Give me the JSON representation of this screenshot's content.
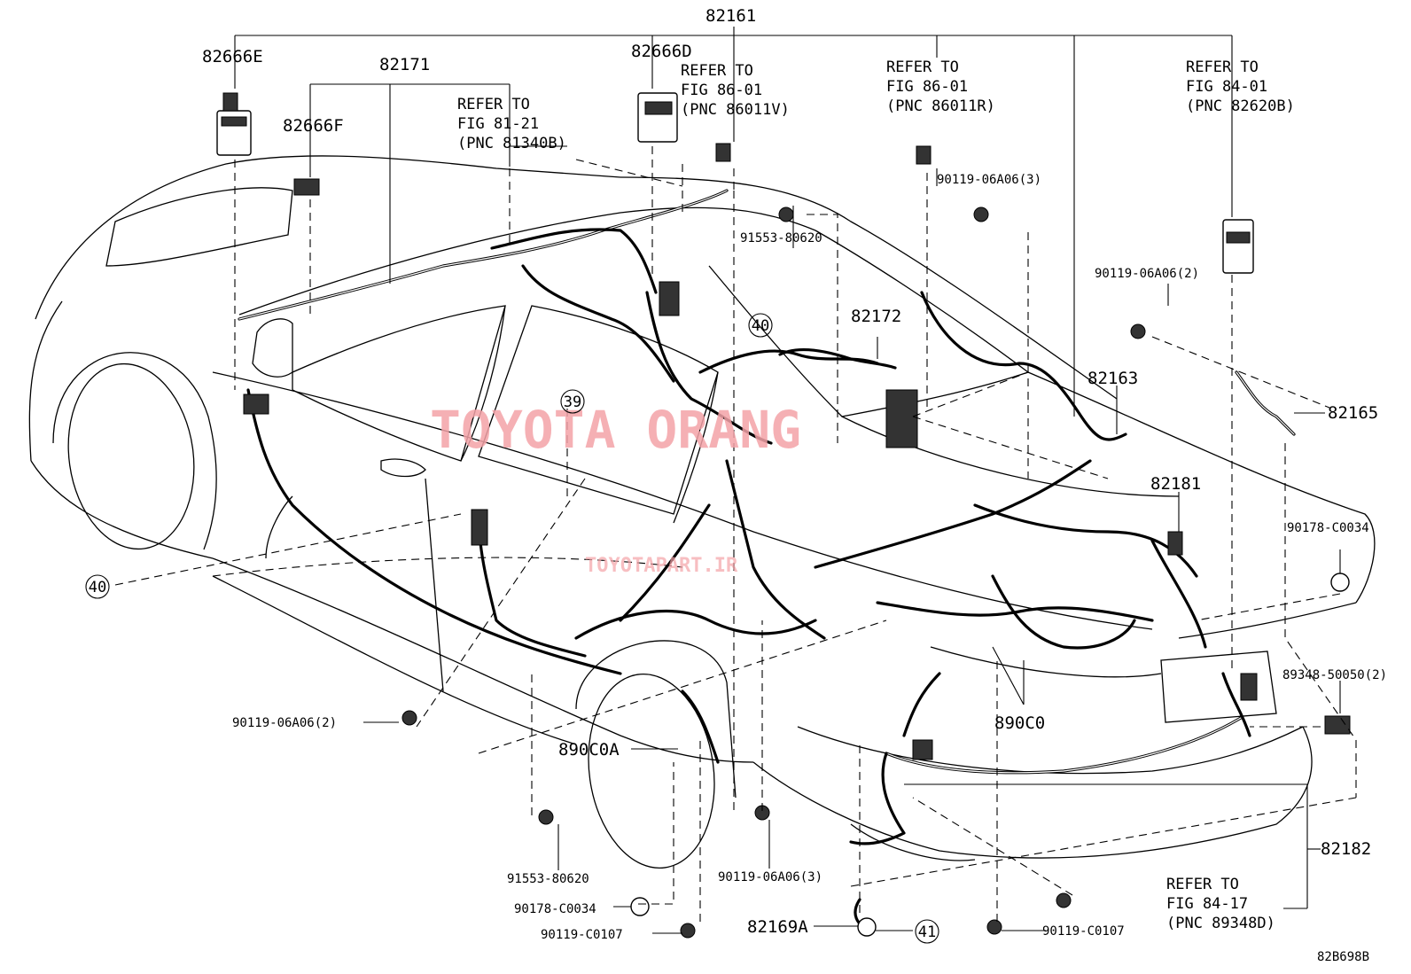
{
  "labels": {
    "p82161": "82161",
    "p82666E": "82666E",
    "p82171": "82171",
    "p82666D": "82666D",
    "p82666F": "82666F",
    "p82172": "82172",
    "p82163": "82163",
    "p82165": "82165",
    "p82181": "82181",
    "p890C0": "890C0",
    "p890C0A": "890C0A",
    "p82182": "82182",
    "p82169A": "82169A",
    "b90119_06A06_3_top": "90119-06A06(3)",
    "b90119_06A06_2_top": "90119-06A06(2)",
    "b91553_80620_top": "91553-80620",
    "c90178_C0034_right": "90178-C0034",
    "c89348_50050_2": "89348-50050(2)",
    "b90119_06A06_2_left": "90119-06A06(2)",
    "b91553_80620_bottom": "91553-80620",
    "b90119_06A06_3_bottom": "90119-06A06(3)",
    "c90178_C0034_bottom": "90178-C0034",
    "b90119_C0107_left": "90119-C0107",
    "b90119_C0107_right": "90119-C0107"
  },
  "refs": {
    "r81_21": [
      "REFER TO",
      "FIG 81-21",
      "(PNC 81340B)"
    ],
    "r86_01_v": [
      "REFER TO",
      "FIG 86-01",
      "(PNC 86011V)"
    ],
    "r86_01_r": [
      "REFER TO",
      "FIG 86-01",
      "(PNC 86011R)"
    ],
    "r84_01": [
      "REFER TO",
      "FIG 84-01",
      "(PNC 82620B)"
    ],
    "r84_17": [
      "REFER TO",
      "FIG 84-17",
      "(PNC 89348D)"
    ]
  },
  "circles": {
    "c40_left": "40",
    "c40_center": "40",
    "c39": "39",
    "c41": "41"
  },
  "watermark": {
    "main": "TOYOTA ORANG",
    "sub": "TOYOTAPART.IR"
  },
  "diagram_code": "82B698B"
}
